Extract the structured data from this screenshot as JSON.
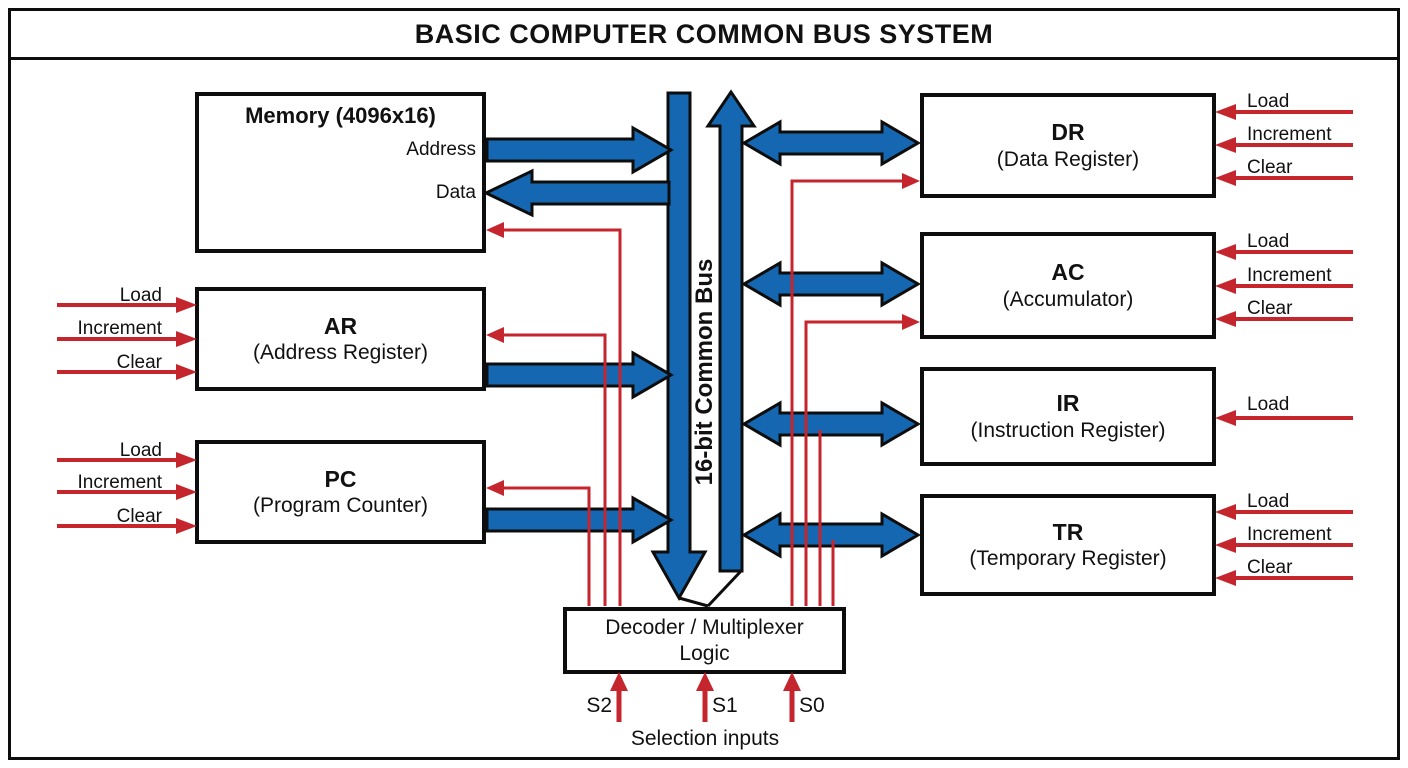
{
  "title": "BASIC COMPUTER COMMON BUS SYSTEM",
  "bus": {
    "label": "16-bit Common Bus"
  },
  "memory": {
    "title": "Memory (4096x16)",
    "address_port": "Address",
    "data_port": "Data"
  },
  "registers": {
    "ar": {
      "abbr": "AR",
      "name": "(Address Register)",
      "controls": [
        "Load",
        "Increment",
        "Clear"
      ]
    },
    "pc": {
      "abbr": "PC",
      "name": "(Program Counter)",
      "controls": [
        "Load",
        "Increment",
        "Clear"
      ]
    },
    "dr": {
      "abbr": "DR",
      "name": "(Data Register)",
      "controls": [
        "Load",
        "Increment",
        "Clear"
      ]
    },
    "ac": {
      "abbr": "AC",
      "name": "(Accumulator)",
      "controls": [
        "Load",
        "Increment",
        "Clear"
      ]
    },
    "ir": {
      "abbr": "IR",
      "name": "(Instruction Register)",
      "controls": [
        "Load"
      ]
    },
    "tr": {
      "abbr": "TR",
      "name": "(Temporary Register)",
      "controls": [
        "Load",
        "Increment",
        "Clear"
      ]
    }
  },
  "decoder": {
    "line1": "Decoder / Multiplexer",
    "line2": "Logic"
  },
  "selection": {
    "inputs": [
      "S2",
      "S1",
      "S0"
    ],
    "caption": "Selection inputs"
  },
  "colors": {
    "bus_blue": "#1467b0",
    "control_red": "#c5262d",
    "outline_black": "#0d0d0d"
  }
}
